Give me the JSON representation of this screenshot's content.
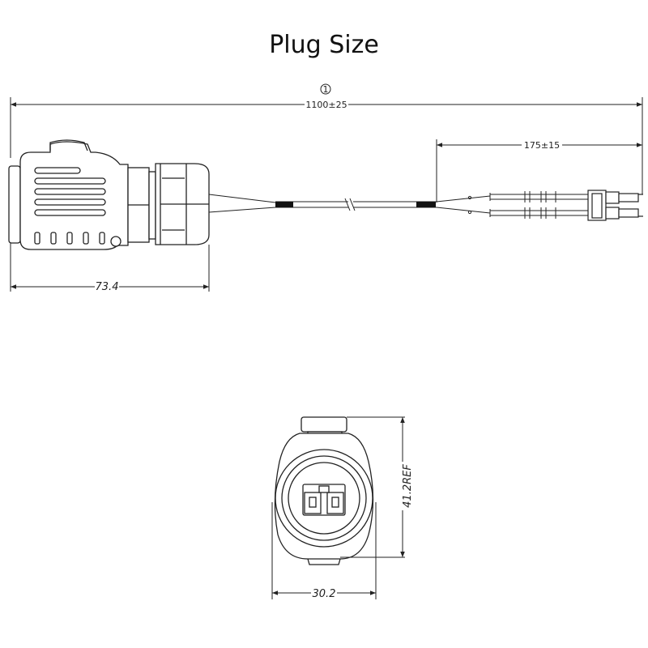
{
  "title": "Plug Size",
  "callout": "1",
  "dims": {
    "total_length": "1100±25",
    "breakout_length": "175±15",
    "plug_length": "73.4",
    "front_height": "41.2REF",
    "front_width": "30.2"
  },
  "colors": {
    "line": "#222222",
    "fill": "#ffffff",
    "marker": "#111111"
  }
}
